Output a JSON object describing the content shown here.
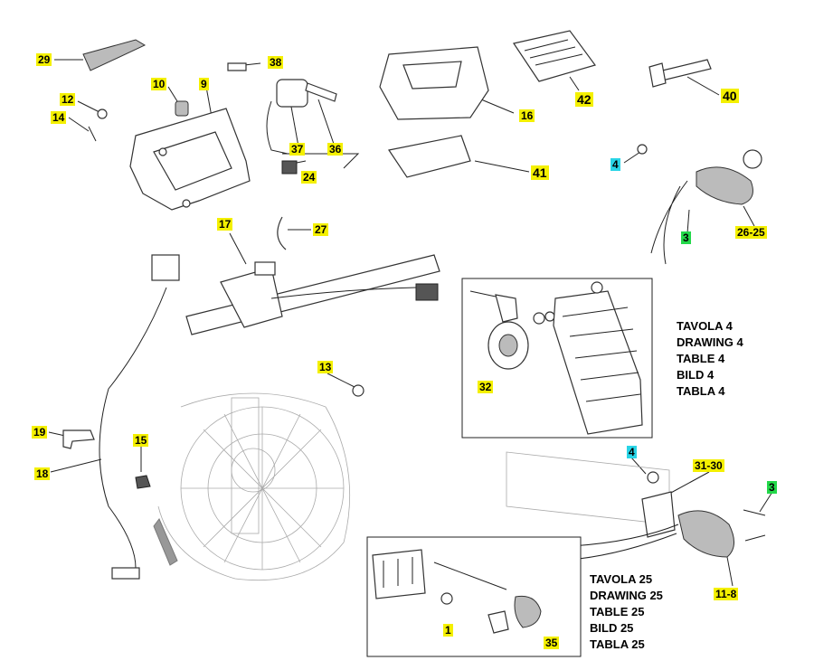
{
  "callouts": {
    "c29": "29",
    "c38": "38",
    "c10": "10",
    "c9": "9",
    "c12": "12",
    "c14": "14",
    "c37": "37",
    "c36": "36",
    "c24": "24",
    "c16": "16",
    "c42": "42",
    "c40": "40",
    "c41": "41",
    "c4a": "4",
    "c3a": "3",
    "c26_25": "26-25",
    "c17": "17",
    "c27": "27",
    "c32": "32",
    "c13": "13",
    "c19": "19",
    "c15": "15",
    "c18": "18",
    "c4b": "4",
    "c31_30": "31-30",
    "c3b": "3",
    "c11_8": "11-8",
    "c1": "1",
    "c35": "35"
  },
  "table4_label": "TAVOLA 4\nDRAWING 4\nTABLE 4\nBILD 4\nTABLA 4",
  "table25_label": "TAVOLA 25\nDRAWING 25\nTABLE 25\nBILD 25\nTABLA 25",
  "colors": {
    "yellow": "#f4f000",
    "cyan": "#29d4e6",
    "green": "#23d84a"
  }
}
